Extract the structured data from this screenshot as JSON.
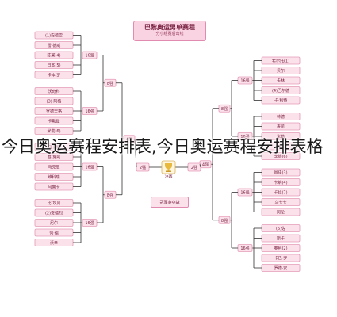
{
  "overlay_caption": "今日奥运赛程安排表,今日奥运赛程安排表格",
  "bracket": {
    "title": "巴黎奥运男单赛程",
    "subtitle": "分小组赛后出线",
    "final_label": "冠军争夺战",
    "center_badge": "决赛",
    "round_labels": {
      "r16": "16强",
      "qf": "8强",
      "sf": "4强",
      "f": "2强"
    },
    "left_teams": [
      "(1)安德雷",
      "雷·德威",
      "陈某(4)",
      "日本(5)",
      "卡本·罗",
      "沃奇科",
      "(3)·阿格",
      "罗德里格",
      "卡勒提",
      "米勒(6)",
      "乌卡鲁",
      "基·施威",
      "马克思",
      "维科瑞",
      "乌鲁卡",
      "比·坎贝",
      "(2)安德烈",
      "尼尔",
      "何·德",
      "沃辛"
    ],
    "right_teams": [
      "希尔托(1)",
      "贝尔",
      "卡林",
      "(4)巴尔德",
      "卡·利特",
      "林德",
      "麦凯",
      "米勒",
      "谢(5)",
      "李德(6)",
      "肖佳(3)",
      "卡纳(4)",
      "卡拉(7)",
      "乌卡卡",
      "阿伦",
      "(6)佐",
      "斯卡",
      "奥利(2)",
      "卡巴·罗",
      "罗德·安"
    ]
  },
  "colors": {
    "box_fill": "#fbe1ea",
    "box_stroke": "#e59ab8",
    "line": "#333333",
    "title_fill": "#f9d3e2",
    "text": "#7a2343"
  }
}
